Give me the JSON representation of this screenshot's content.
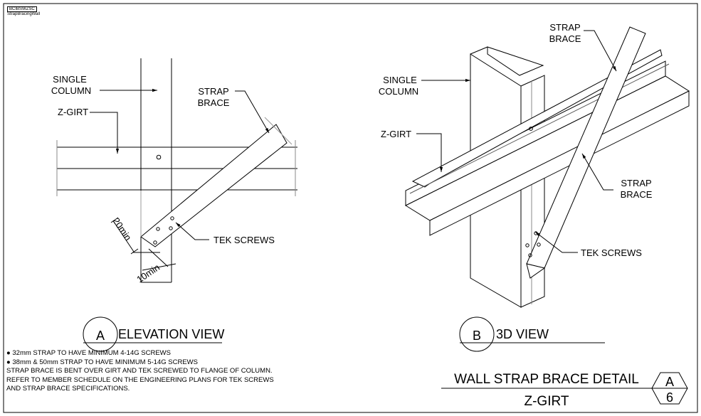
{
  "sheet": {
    "code": "BCIBSWZSC",
    "name": "StrapBracingWall"
  },
  "elevation": {
    "callout_letter": "A",
    "view_title": "ELEVATION VIEW",
    "labels": {
      "column_line1": "SINGLE",
      "column_line2": "COLUMN",
      "girt": "Z-GIRT",
      "strap_line1": "STRAP",
      "strap_line2": "BRACE",
      "screws": "TEK SCREWS",
      "dim_edge": "20min",
      "dim_end": "10min"
    }
  },
  "iso": {
    "callout_letter": "B",
    "view_title": "3D VIEW",
    "labels": {
      "column_line1": "SINGLE",
      "column_line2": "COLUMN",
      "girt": "Z-GIRT",
      "strap_top_line1": "STRAP",
      "strap_top_line2": "BRACE",
      "strap_right_line1": "STRAP",
      "strap_right_line2": "BRACE",
      "screws": "TEK SCREWS"
    }
  },
  "notes": [
    "● 32mm STRAP TO HAVE MINIMUM 4-14G SCREWS",
    "● 38mm & 50mm STRAP TO HAVE MINIMUM 5-14G SCREWS",
    "STRAP BRACE IS BENT OVER GIRT AND TEK SCREWED TO FLANGE OF COLUMN.",
    "REFER TO MEMBER SCHEDULE ON THE ENGINEERING PLANS FOR TEK SCREWS",
    "AND STRAP BRACE SPECIFICATIONS."
  ],
  "title_block": {
    "title": "WALL STRAP BRACE DETAIL",
    "subtitle": "Z-GIRT",
    "detail_letter": "A",
    "sheet_number": "6"
  }
}
